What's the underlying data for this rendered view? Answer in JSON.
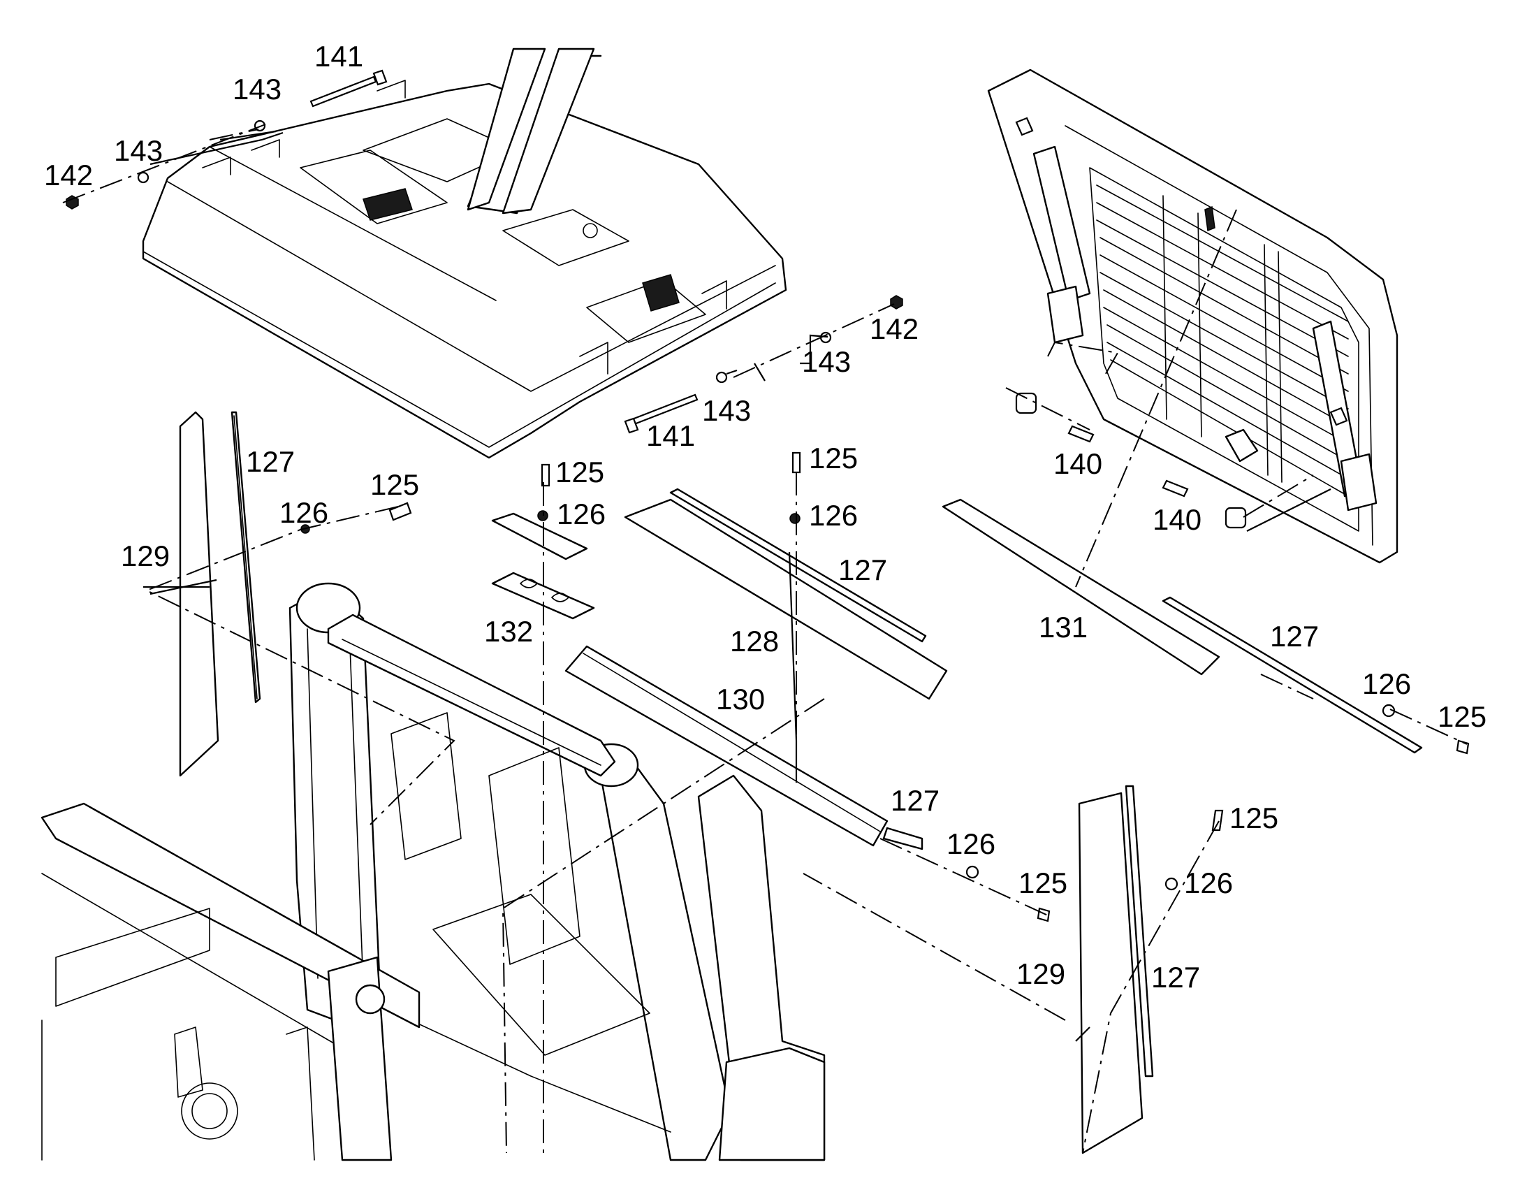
{
  "callouts": [
    {
      "id": "c141a",
      "label": "141"
    },
    {
      "id": "c143a",
      "label": "143"
    },
    {
      "id": "c143b",
      "label": "143"
    },
    {
      "id": "c142a",
      "label": "142"
    },
    {
      "id": "c142b",
      "label": "142"
    },
    {
      "id": "c143c",
      "label": "143"
    },
    {
      "id": "c143d",
      "label": "143"
    },
    {
      "id": "c141b",
      "label": "141"
    },
    {
      "id": "c140a",
      "label": "140"
    },
    {
      "id": "c140b",
      "label": "140"
    },
    {
      "id": "c127a",
      "label": "127"
    },
    {
      "id": "c125a",
      "label": "125"
    },
    {
      "id": "c126a",
      "label": "126"
    },
    {
      "id": "c129a",
      "label": "129"
    },
    {
      "id": "c125b",
      "label": "125"
    },
    {
      "id": "c126b",
      "label": "126"
    },
    {
      "id": "c132",
      "label": "132"
    },
    {
      "id": "c125c",
      "label": "125"
    },
    {
      "id": "c126c",
      "label": "126"
    },
    {
      "id": "c127b",
      "label": "127"
    },
    {
      "id": "c128",
      "label": "128"
    },
    {
      "id": "c130",
      "label": "130"
    },
    {
      "id": "c131",
      "label": "131"
    },
    {
      "id": "c127c",
      "label": "127"
    },
    {
      "id": "c126d",
      "label": "126"
    },
    {
      "id": "c125d",
      "label": "125"
    },
    {
      "id": "c127d",
      "label": "127"
    },
    {
      "id": "c126e",
      "label": "126"
    },
    {
      "id": "c125e",
      "label": "125"
    },
    {
      "id": "c125f",
      "label": "125"
    },
    {
      "id": "c126f",
      "label": "126"
    },
    {
      "id": "c129b",
      "label": "129"
    },
    {
      "id": "c127e",
      "label": "127"
    }
  ]
}
